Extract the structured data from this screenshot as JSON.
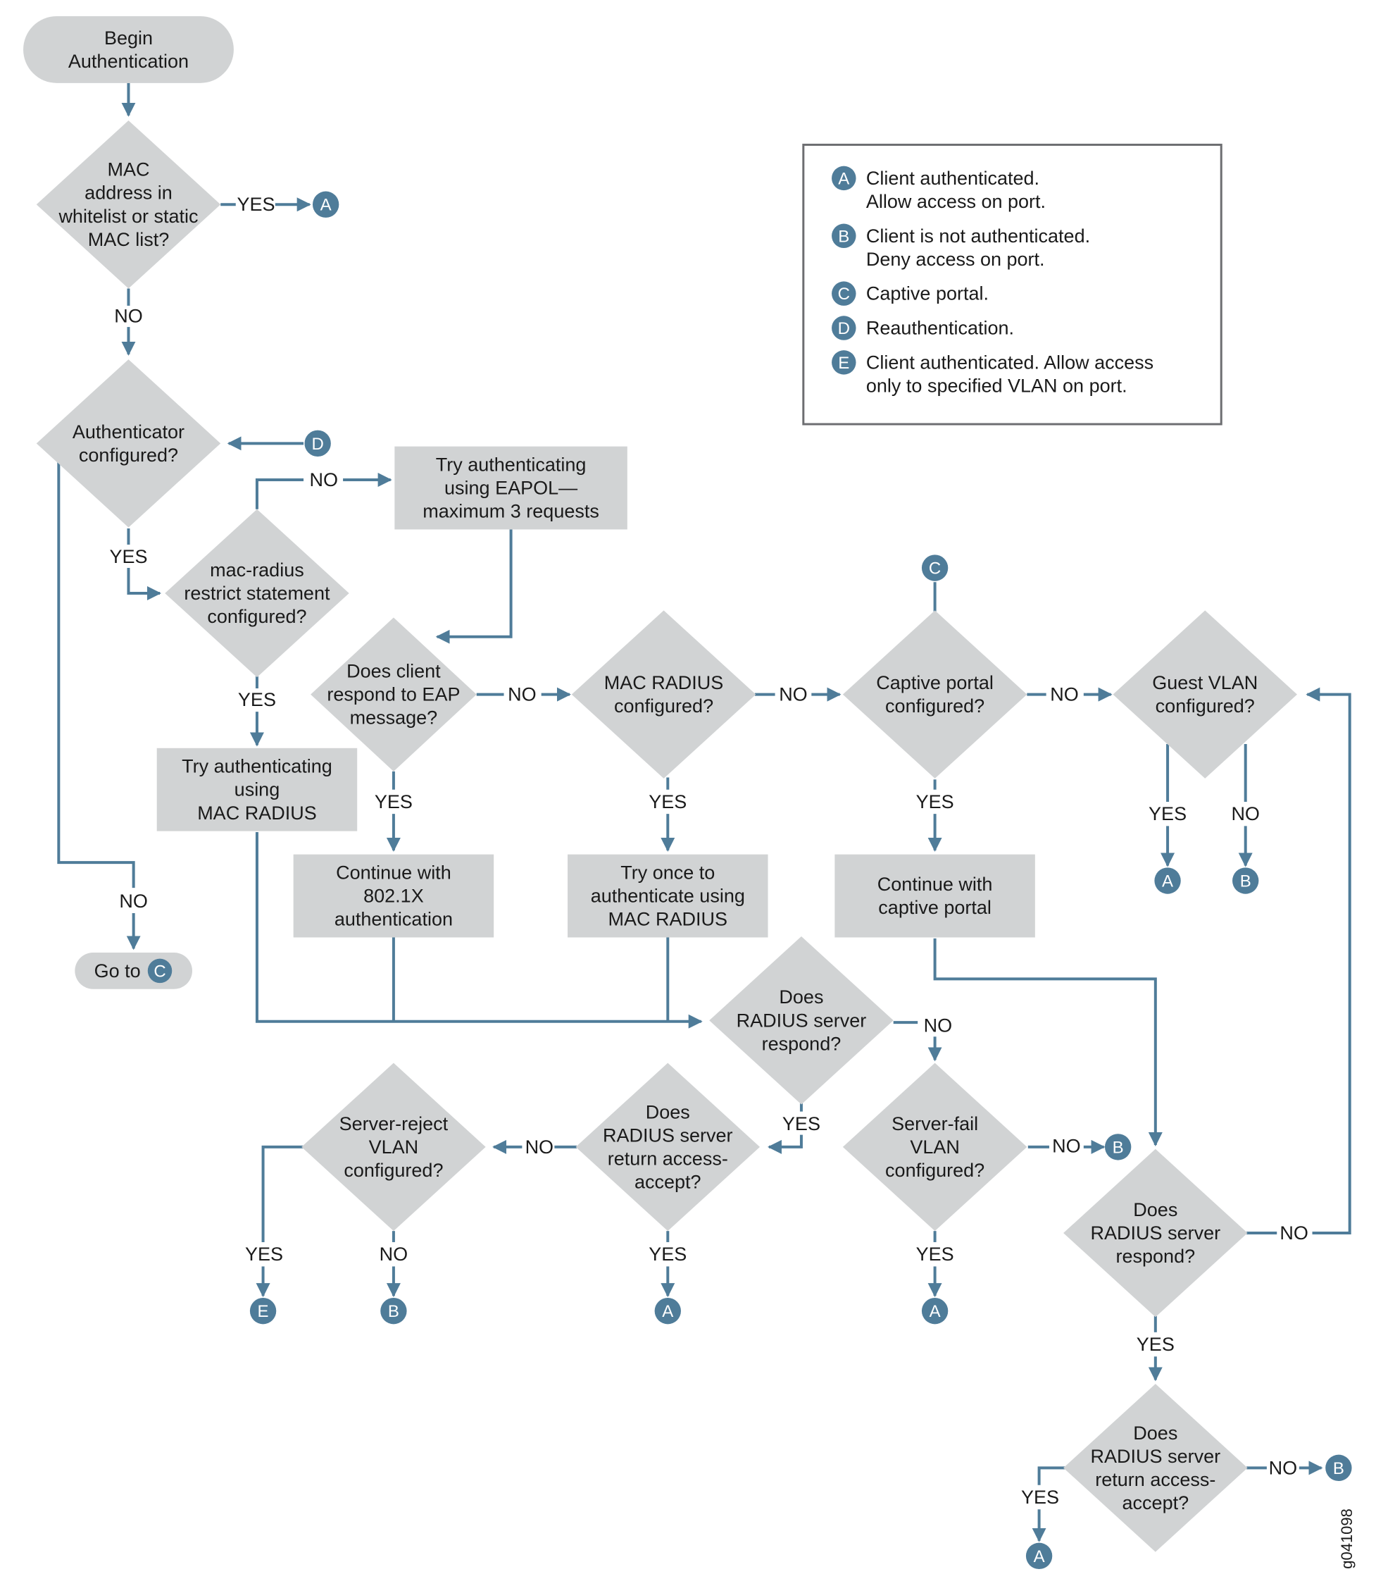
{
  "colors": {
    "shape_fill": "#d1d3d4",
    "line": "#4f7c99",
    "badge": "#4f7c99",
    "text": "#1a1a1a"
  },
  "nodes": {
    "begin": [
      "Begin",
      "Authentication"
    ],
    "mac_whitelist": [
      "MAC",
      "address in",
      "whitelist or static",
      "MAC list?"
    ],
    "authenticator": [
      "Authenticator",
      "configured?"
    ],
    "mac_radius_restrict": [
      "mac-radius",
      "restrict statement",
      "configured?"
    ],
    "try_eapol": [
      "Try authenticating",
      "using EAPOL—",
      "maximum 3 requests"
    ],
    "try_mac_radius": [
      "Try authenticating",
      "using",
      "MAC RADIUS"
    ],
    "go_to": "Go to",
    "client_respond_eap": [
      "Does client",
      "respond to EAP",
      "message?"
    ],
    "continue_8021x": [
      "Continue with",
      "802.1X",
      "authentication"
    ],
    "mac_radius_configured": [
      "MAC RADIUS",
      "configured?"
    ],
    "try_once_mac_radius": [
      "Try once to",
      "authenticate using",
      "MAC RADIUS"
    ],
    "captive_portal_configured": [
      "Captive portal",
      "configured?"
    ],
    "continue_captive_portal": [
      "Continue with",
      "captive portal"
    ],
    "guest_vlan": [
      "Guest VLAN",
      "configured?"
    ],
    "radius_respond_1": [
      "Does",
      "RADIUS server",
      "respond?"
    ],
    "radius_accept_1": [
      "Does",
      "RADIUS server",
      "return access-",
      "accept?"
    ],
    "server_reject_vlan": [
      "Server-reject",
      "VLAN",
      "configured?"
    ],
    "server_fail_vlan": [
      "Server-fail",
      "VLAN",
      "configured?"
    ],
    "radius_respond_2": [
      "Does",
      "RADIUS server",
      "respond?"
    ],
    "radius_accept_2": [
      "Does",
      "RADIUS server",
      "return access-",
      "accept?"
    ]
  },
  "labels": {
    "yes": "YES",
    "no": "NO"
  },
  "legend": [
    {
      "badge": "A",
      "lines": [
        "Client authenticated.",
        "Allow access on port."
      ]
    },
    {
      "badge": "B",
      "lines": [
        "Client is not authenticated.",
        "Deny access on port."
      ]
    },
    {
      "badge": "C",
      "lines": [
        "Captive portal."
      ]
    },
    {
      "badge": "D",
      "lines": [
        "Reauthentication."
      ]
    },
    {
      "badge": "E",
      "lines": [
        "Client authenticated. Allow access",
        "only to specified VLAN on port."
      ]
    }
  ],
  "figure_code": "g041098"
}
